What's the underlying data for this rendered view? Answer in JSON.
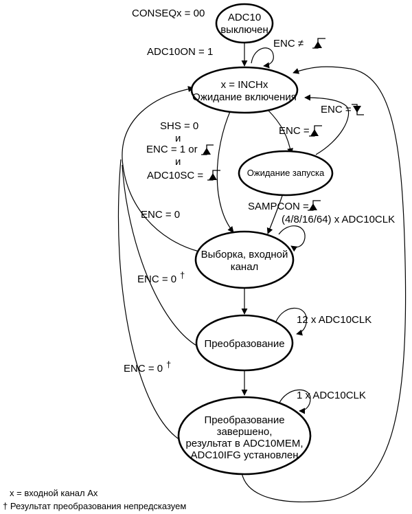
{
  "states": {
    "off": [
      "ADC10",
      "выключен"
    ],
    "wait_enable": [
      "x = INCHx",
      "Ожидание включения"
    ],
    "wait_trigger": [
      "Ожидание запуска"
    ],
    "sample": [
      "Выборка, входной",
      "канал"
    ],
    "convert": [
      "Преобразование"
    ],
    "done": [
      "Преобразование",
      "завершено,",
      "результат в ADC10MEM,",
      "ADC10IFG установлен"
    ]
  },
  "labels": {
    "conseq": "CONSEQx = 00",
    "adc10on": "ADC10ON = 1",
    "enc_ne": "ENC  ≠",
    "enc_fall": "ENC =",
    "enc_rise": "ENC =",
    "shs": "SHS = 0",
    "and1": "и",
    "enc1": "ENC = 1 or",
    "and2": "и",
    "adc10sc": "ADC10SC =",
    "sampcon": "SAMPCON =",
    "sample_time": "(4/8/16/64) x ADC10CLK",
    "enc0_a": "ENC = 0",
    "enc0_b": "ENC = 0",
    "dagger_b": "†",
    "conv_time": "12 x ADC10CLK",
    "enc0_c": "ENC = 0",
    "dagger_c": "†",
    "done_time": "1 x ADC10CLK"
  },
  "footnotes": {
    "x_def": "x = входной канал Ax",
    "dagger_note": "† Результат преобразования непредсказуем"
  }
}
